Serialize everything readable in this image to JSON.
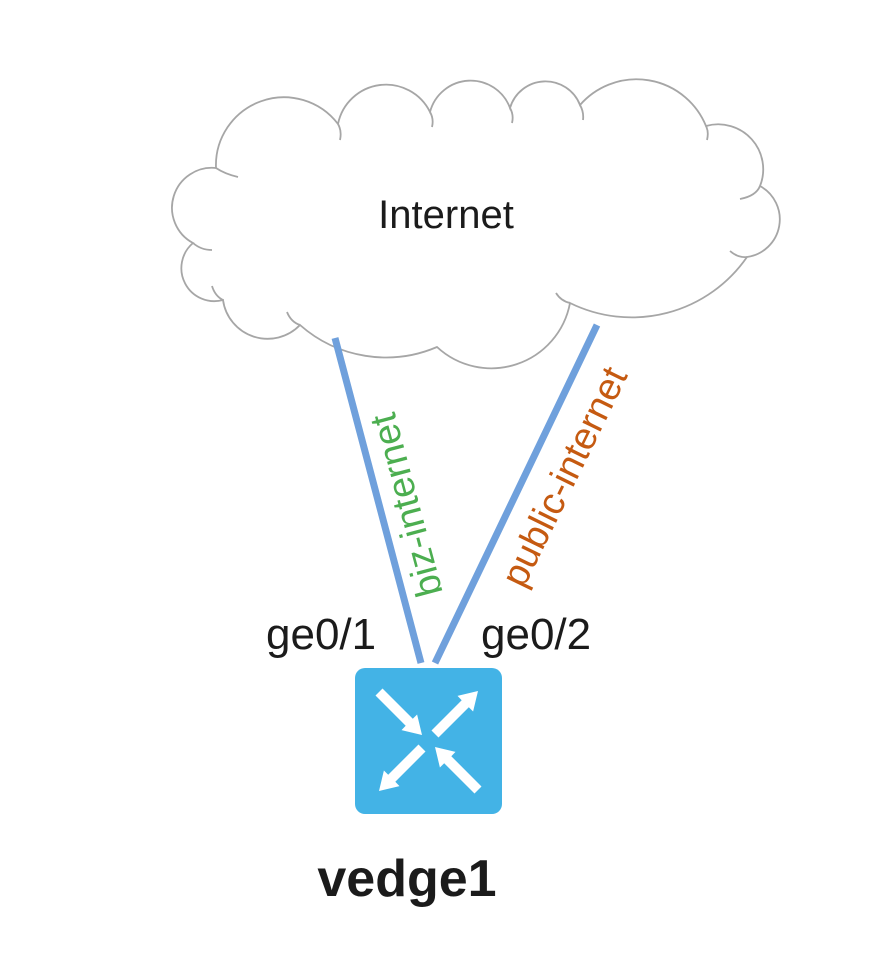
{
  "cloud": {
    "label": "Internet"
  },
  "device": {
    "name": "vedge1"
  },
  "interfaces": {
    "left": "ge0/1",
    "right": "ge0/2"
  },
  "transports": {
    "left": {
      "label": "biz-internet",
      "color": "#4CAE50"
    },
    "right": {
      "label": "public-internet",
      "color": "#C55A11"
    }
  },
  "colors": {
    "link_line": "#6FA0DC",
    "router_fill": "#43B3E6",
    "router_arrows": "#FFFFFF",
    "cloud_stroke": "#A6A6A6",
    "cloud_fill": "#FFFFFF",
    "text": "#1B1B1B"
  }
}
